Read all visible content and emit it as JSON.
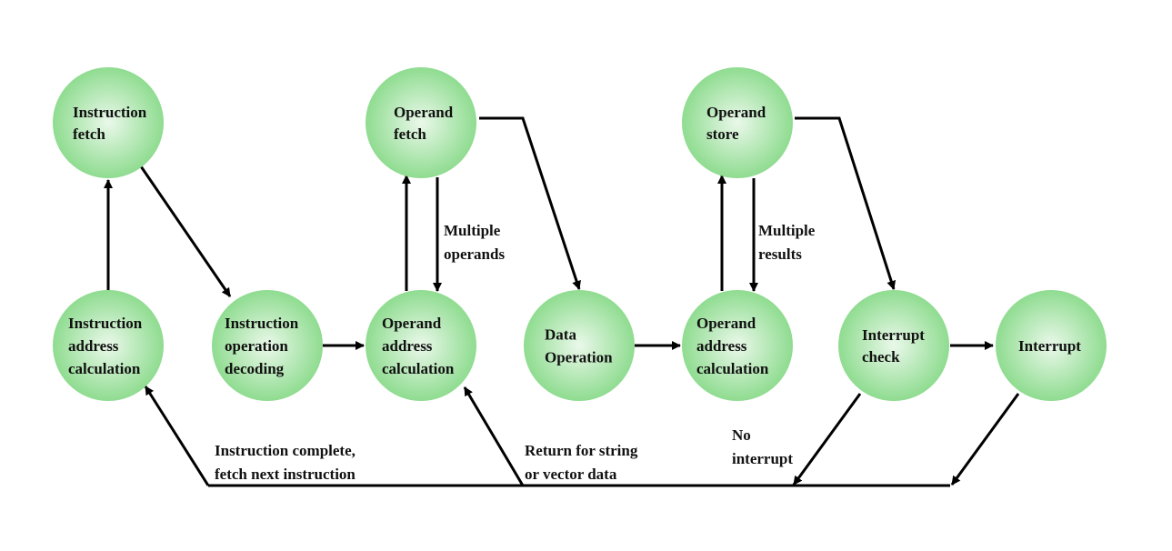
{
  "colors": {
    "node_center": "#eaf8ea",
    "node_edge": "#8fdc90",
    "line": "#000000"
  },
  "nodes": [
    {
      "id": "instruction_fetch",
      "lines": [
        "Instruction",
        "fetch"
      ]
    },
    {
      "id": "instruction_address_calculation",
      "lines": [
        "Instruction",
        "address",
        "calculation"
      ]
    },
    {
      "id": "instruction_operation_decoding",
      "lines": [
        "Instruction",
        "operation",
        "decoding"
      ]
    },
    {
      "id": "operand_fetch",
      "lines": [
        "Operand",
        "fetch"
      ]
    },
    {
      "id": "operand_address_calculation_1",
      "lines": [
        "Operand",
        "address",
        "calculation"
      ]
    },
    {
      "id": "data_operation",
      "lines": [
        "Data",
        "Operation"
      ]
    },
    {
      "id": "operand_store",
      "lines": [
        "Operand",
        "store"
      ]
    },
    {
      "id": "operand_address_calculation_2",
      "lines": [
        "Operand",
        "address",
        "calculation"
      ]
    },
    {
      "id": "interrupt_check",
      "lines": [
        "Interrupt",
        "check"
      ]
    },
    {
      "id": "interrupt",
      "lines": [
        "Interrupt"
      ]
    }
  ],
  "edge_labels": {
    "multiple_operands": [
      "Multiple",
      "operands"
    ],
    "multiple_results": [
      "Multiple",
      "results"
    ],
    "instruction_complete": [
      "Instruction complete,",
      "fetch next instruction"
    ],
    "return_for_string": [
      "Return for string",
      "or vector data"
    ],
    "no_interrupt": [
      "No",
      "interrupt"
    ]
  }
}
